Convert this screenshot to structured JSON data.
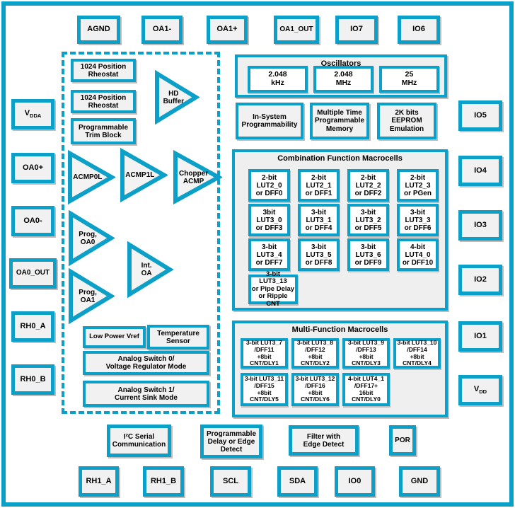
{
  "colors": {
    "accent": "#0C9FC7",
    "panel_bg": "#EFEFEF",
    "pin_bg": "#F1F1F1",
    "cell_bg": "#FFFFFF",
    "text": "#000000"
  },
  "pins": {
    "top": [
      "AGND",
      "OA1-",
      "OA1+",
      "OA1_OUT",
      "IO7",
      "IO6"
    ],
    "vdda": {
      "main": "V",
      "sub": "DDA"
    },
    "left": [
      "OA0+",
      "OA0-",
      "OA0_OUT",
      "RH0_A",
      "RH0_B"
    ],
    "right": [
      "IO5",
      "IO4",
      "IO3",
      "IO2",
      "IO1"
    ],
    "vdd": {
      "main": "V",
      "sub": "DD"
    },
    "bottom": [
      "RH1_A",
      "RH1_B",
      "SCL",
      "SDA",
      "IO0",
      "GND"
    ]
  },
  "oscillators": {
    "title": "Oscillators",
    "items": [
      "2.048\nkHz",
      "2.048\nMHz",
      "25\nMHz"
    ]
  },
  "features": [
    "In-System\nProgrammability",
    "Multiple Time\nProgrammable\nMemory",
    "2K bits\nEEPROM\nEmulation"
  ],
  "cfm": {
    "title": "Combination Function Macrocells",
    "cells": [
      "2-bit\nLUT2_0\nor DFF0",
      "2-bit\nLUT2_1\nor DFF1",
      "2-bit\nLUT2_2\nor DFF2",
      "2-bit\nLUT2_3\nor PGen",
      "3bit\nLUT3_0\nor DFF3",
      "3-bit\nLUT3_1\nor DFF4",
      "3-bit\nLUT3_2\nor DFF5",
      "3-bit\nLUT3_3\nor DFF6",
      "3-bit\nLUT3_4\nor DFF7",
      "3-bit\nLUT3_5\nor DFF8",
      "3-bit\nLUT3_6\nor DFF9",
      "4-bit\nLUT4_0\nor DFF10"
    ],
    "extra": "3-bit LUT3_13\nor Pipe Delay\nor Ripple CNT"
  },
  "mfm": {
    "title": "Multi-Function Macrocells",
    "cells": [
      "3-bit LUT3_7\n/DFF11\n+8bit\nCNT/DLY1",
      "3-bit LUT3_8\n/DFF12\n+8bit\nCNT/DLY2",
      "3-bit LUT3_9\n/DFF13\n+8bit\nCNT/DLY3",
      "3-bit LUT3_10\n/DFF14\n+8bit\nCNT/DLY4",
      "3-bit LUT3_11\n/DFF15\n+8bit\nCNT/DLY5",
      "3-bit LUT3_12\n/DFF16\n+8bit\nCNT/DLY6",
      "4-bit LUT4_1\n/DFF17+\n16bit\nCNT/DLY0"
    ]
  },
  "analog": {
    "blocks": [
      "1024 Position\nRheostat",
      "1024 Position\nRheostat",
      "Programmable\nTrim Block",
      "Low Power Vref",
      "Temperature\nSensor",
      "Analog Switch 0/\nVoltage Regulator Mode",
      "Analog Switch 1/\nCurrent Sink Mode"
    ],
    "amps": [
      "HD\nBuffer",
      "ACMP0L",
      "ACMP1L",
      "Chopper\nACMP",
      "Prog,\nOA0",
      "Int.\nOA",
      "Prog,\nOA1"
    ]
  },
  "functions": [
    "I²C Serial\nCommunication",
    "Programmable\nDelay or Edge\nDetect",
    "Filter with\nEdge Detect",
    "POR"
  ]
}
